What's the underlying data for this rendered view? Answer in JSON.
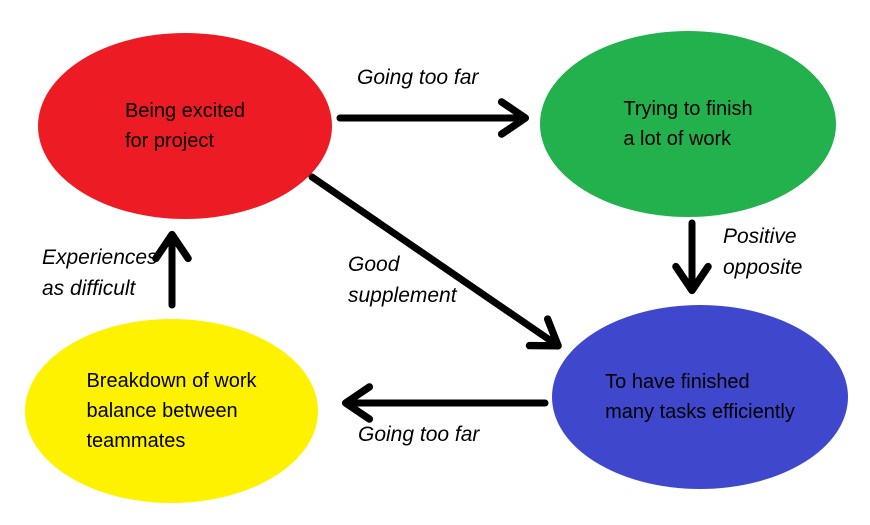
{
  "diagram": {
    "background_color": "#ffffff",
    "arrow_color": "#000000",
    "text_color": "#000000",
    "nodes": {
      "being_excited": {
        "label": "Being excited\nfor project",
        "color": "#ed1c24"
      },
      "trying_finish": {
        "label": "Trying to finish\na lot of work",
        "color": "#22b14c"
      },
      "breakdown": {
        "label": "Breakdown of work\nbalance between\nteammates",
        "color": "#fff200"
      },
      "finished_tasks": {
        "label": "To have finished\nmany tasks efficiently",
        "color": "#3f48cc"
      }
    },
    "edges": {
      "excited_to_trying": {
        "from": "being_excited",
        "to": "trying_finish",
        "label": "Going too far"
      },
      "trying_to_finished": {
        "from": "trying_finish",
        "to": "finished_tasks",
        "label": "Positive\nopposite"
      },
      "excited_to_finished": {
        "from": "being_excited",
        "to": "finished_tasks",
        "label": "Good\nsupplement"
      },
      "finished_to_breakdown": {
        "from": "finished_tasks",
        "to": "breakdown",
        "label": "Going too far"
      },
      "breakdown_to_excited": {
        "from": "breakdown",
        "to": "being_excited",
        "label": "Experiences\nas difficult"
      }
    }
  }
}
